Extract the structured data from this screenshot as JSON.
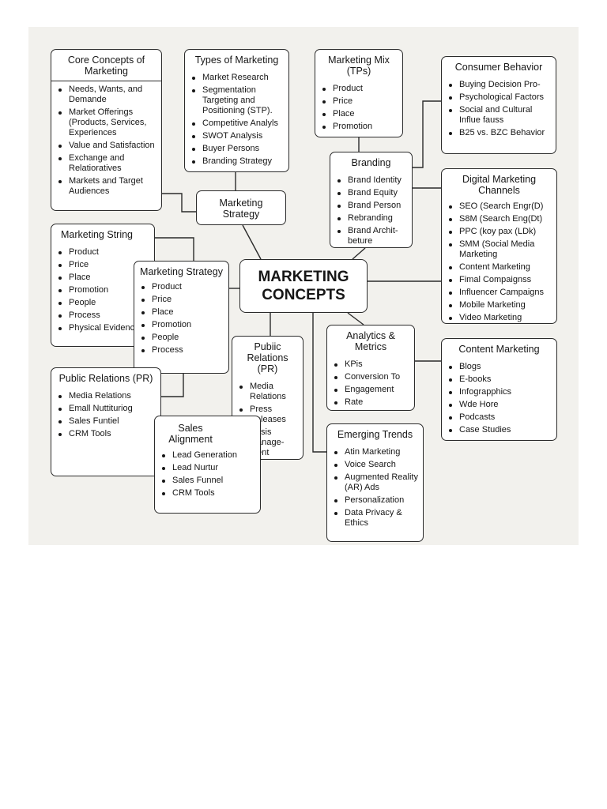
{
  "center": {
    "line1": "MARKETING",
    "line2": "CONCEPTS"
  },
  "nodes": {
    "core": {
      "title": "Core Concepts of Marketing",
      "items": [
        "Needs, Wants, and Demande",
        "Market Offerings (Products, Services, Experiences",
        "Value and Satisfaction",
        "Exchange and Relatioratives",
        "Markets and Target Audiences"
      ]
    },
    "types": {
      "title": "Types of Marketing",
      "items": [
        "Market Research",
        "Segmentation Targeting and Positioning (STP).",
        "Competitive Analyls",
        "SWOT Analysis",
        "Buyer Persons",
        "Branding Strategy"
      ]
    },
    "mix": {
      "title": "Marketing Mix (TPs)",
      "items": [
        "Product",
        "Price",
        "Place",
        "Promotion"
      ]
    },
    "consumer": {
      "title": "Consumer Behavior",
      "items": [
        "Buying Decision Pro-",
        "Psychological Factors",
        "Social and Cultural Influe fauss",
        "B25 vs. BZC Behavior"
      ]
    },
    "strategy_top": {
      "title": "Marketing Strategy",
      "items": []
    },
    "branding": {
      "title": "Branding",
      "items": [
        "Brand Identity",
        "Brand Equity",
        "Brand Person",
        "Rebranding",
        "Brand Archit-beture"
      ]
    },
    "digital": {
      "title": "Digital Marketing Channels",
      "items": [
        "SEO (Search Engr(D)",
        "S8M (Search Eng(Dt)",
        "PPC (koy pax (LDk)",
        "SMM (Social Media Marketing",
        "Content Marketing",
        "Fimal Compaignss",
        "Influencer Campaigns",
        "Mobile Marketing",
        "Video Marketing"
      ]
    },
    "string": {
      "title": "Marketing String",
      "items": [
        "Product",
        "Price",
        "Place",
        "Promotion",
        "People",
        "Process",
        "Physical Evidence"
      ]
    },
    "strategy_mid": {
      "title": "Marketing Strategy",
      "items": [
        "Product",
        "Price",
        "Place",
        "Promotion",
        "People",
        "Process"
      ]
    },
    "pr_left": {
      "title": "Public Relations (PR)",
      "items": [
        "Media Relations",
        "Emall Nuttituriog",
        "Sales Funtiel",
        "CRM Tools"
      ]
    },
    "pr_center": {
      "title": "Pubiic Relations (PR)",
      "items": [
        "Media Relations",
        "Press Releases",
        "Crisis Manage-ment"
      ]
    },
    "analytics": {
      "title": "Analytics & Metrics",
      "items": [
        "KPis",
        "Conversion To",
        "Engagement",
        "Rate"
      ]
    },
    "content": {
      "title": "Content Marketing",
      "items": [
        "Blogs",
        "E-books",
        "Infograpphics",
        "Wde Hore",
        "Podcasts",
        "Case Studies"
      ]
    },
    "sales": {
      "title": "Sales Alignment",
      "items": [
        "Lead Generation",
        "Lead Nurtur",
        "Sales Funnel",
        "CRM Tools"
      ]
    },
    "trends": {
      "title": "Emerging Trends",
      "items": [
        "Atin Marketing",
        "Voice Search",
        "Augmented Reality (AR) Ads",
        "Personalization",
        "Data Privacy & Ethics"
      ]
    }
  }
}
